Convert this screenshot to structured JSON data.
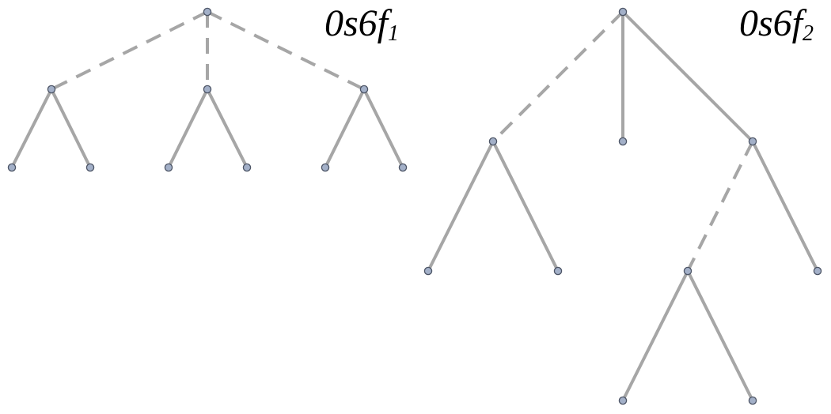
{
  "trees": [
    {
      "label": {
        "base": "0s6f",
        "sub": "1"
      },
      "nodes": [
        "root",
        "a",
        "b",
        "c",
        "a1",
        "a2",
        "b1",
        "b2",
        "c1",
        "c2"
      ],
      "edges": [
        {
          "from": "root",
          "to": "a",
          "style": "dashed"
        },
        {
          "from": "root",
          "to": "b",
          "style": "dashed"
        },
        {
          "from": "root",
          "to": "c",
          "style": "dashed"
        },
        {
          "from": "a",
          "to": "a1",
          "style": "solid"
        },
        {
          "from": "a",
          "to": "a2",
          "style": "solid"
        },
        {
          "from": "b",
          "to": "b1",
          "style": "solid"
        },
        {
          "from": "b",
          "to": "b2",
          "style": "solid"
        },
        {
          "from": "c",
          "to": "c1",
          "style": "solid"
        },
        {
          "from": "c",
          "to": "c2",
          "style": "solid"
        }
      ]
    },
    {
      "label": {
        "base": "0s6f",
        "sub": "2"
      },
      "nodes": [
        "root",
        "L",
        "M",
        "R",
        "L1",
        "L2",
        "R1",
        "R2",
        "R11",
        "R12"
      ],
      "edges": [
        {
          "from": "root",
          "to": "L",
          "style": "dashed"
        },
        {
          "from": "root",
          "to": "M",
          "style": "solid"
        },
        {
          "from": "root",
          "to": "R",
          "style": "solid"
        },
        {
          "from": "L",
          "to": "L1",
          "style": "solid"
        },
        {
          "from": "L",
          "to": "L2",
          "style": "solid"
        },
        {
          "from": "R",
          "to": "R1",
          "style": "dashed"
        },
        {
          "from": "R",
          "to": "R2",
          "style": "solid"
        },
        {
          "from": "R1",
          "to": "R11",
          "style": "solid"
        },
        {
          "from": "R1",
          "to": "R12",
          "style": "solid"
        }
      ]
    }
  ],
  "colors": {
    "edge": "#a6a6a6",
    "node_fill": "#a3b0c8",
    "node_stroke": "#4d5566"
  }
}
